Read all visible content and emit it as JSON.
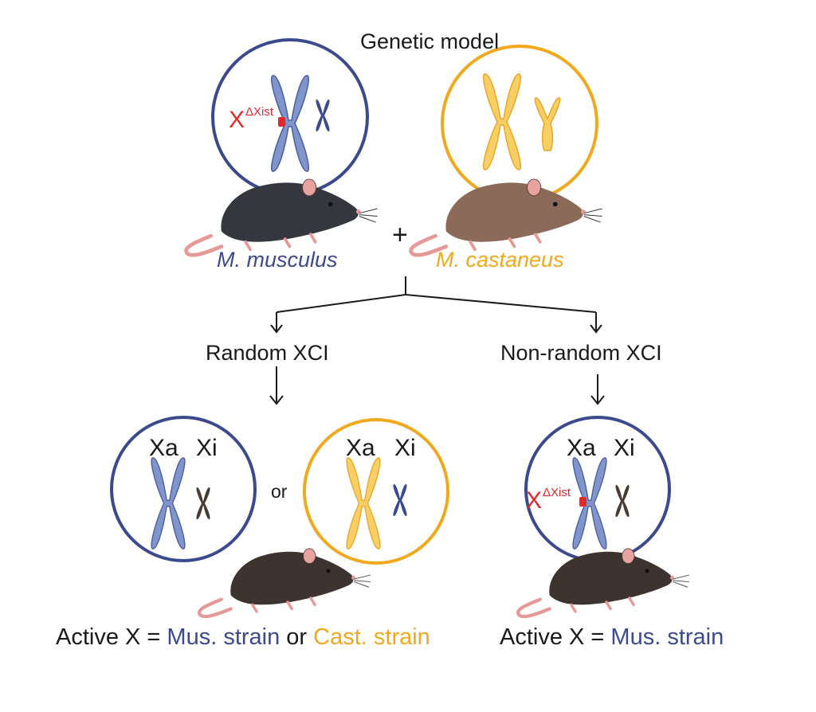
{
  "title": "Genetic model",
  "cross_symbol": "+",
  "species": {
    "left": "M. musculus",
    "right": "M. castaneus"
  },
  "branches": {
    "left": "Random XCI",
    "right": "Non-random XCI"
  },
  "x_labels": {
    "active": "Xa",
    "inactive": "Xi"
  },
  "or_word": "or",
  "deleted_x": {
    "base": "X",
    "superscript": "ΔXist"
  },
  "outcomes": {
    "left": {
      "prefix": "Active X = ",
      "option1": "Mus. strain",
      "connector": " or ",
      "option2": "Cast. strain"
    },
    "right": {
      "prefix": "Active X = ",
      "option1": "Mus. strain"
    }
  },
  "colors": {
    "musculus": "#3b4a8c",
    "castaneus": "#f0a81c",
    "deletion": "#e8262c",
    "chrom_blue": "#7f95cc",
    "chrom_yellow": "#f9cf63",
    "chrom_brown": "#4a3a34",
    "black_mouse": "#34383e",
    "brown_mouse": "#8c6a5a",
    "offspring_mouse": "#3e342f",
    "text": "#1a1a1a"
  }
}
